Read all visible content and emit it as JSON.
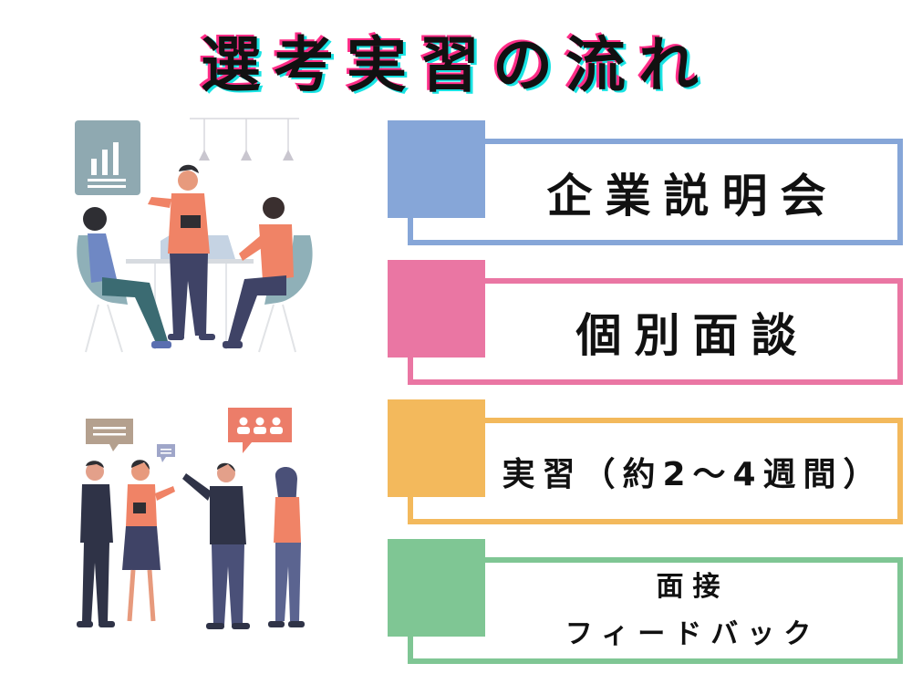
{
  "title": "選考実習の流れ",
  "steps": [
    {
      "label": "企業説明会",
      "color": "#86a6d8"
    },
    {
      "label": "個別面談",
      "color": "#ea76a3"
    },
    {
      "label": "実習（約2〜4週間）",
      "color": "#f3b95c"
    },
    {
      "label_line1": "面接",
      "label_line2": "フィードバック",
      "color": "#7fc694"
    }
  ],
  "illustrations": [
    "team-meeting-illustration",
    "group-discussion-illustration"
  ]
}
